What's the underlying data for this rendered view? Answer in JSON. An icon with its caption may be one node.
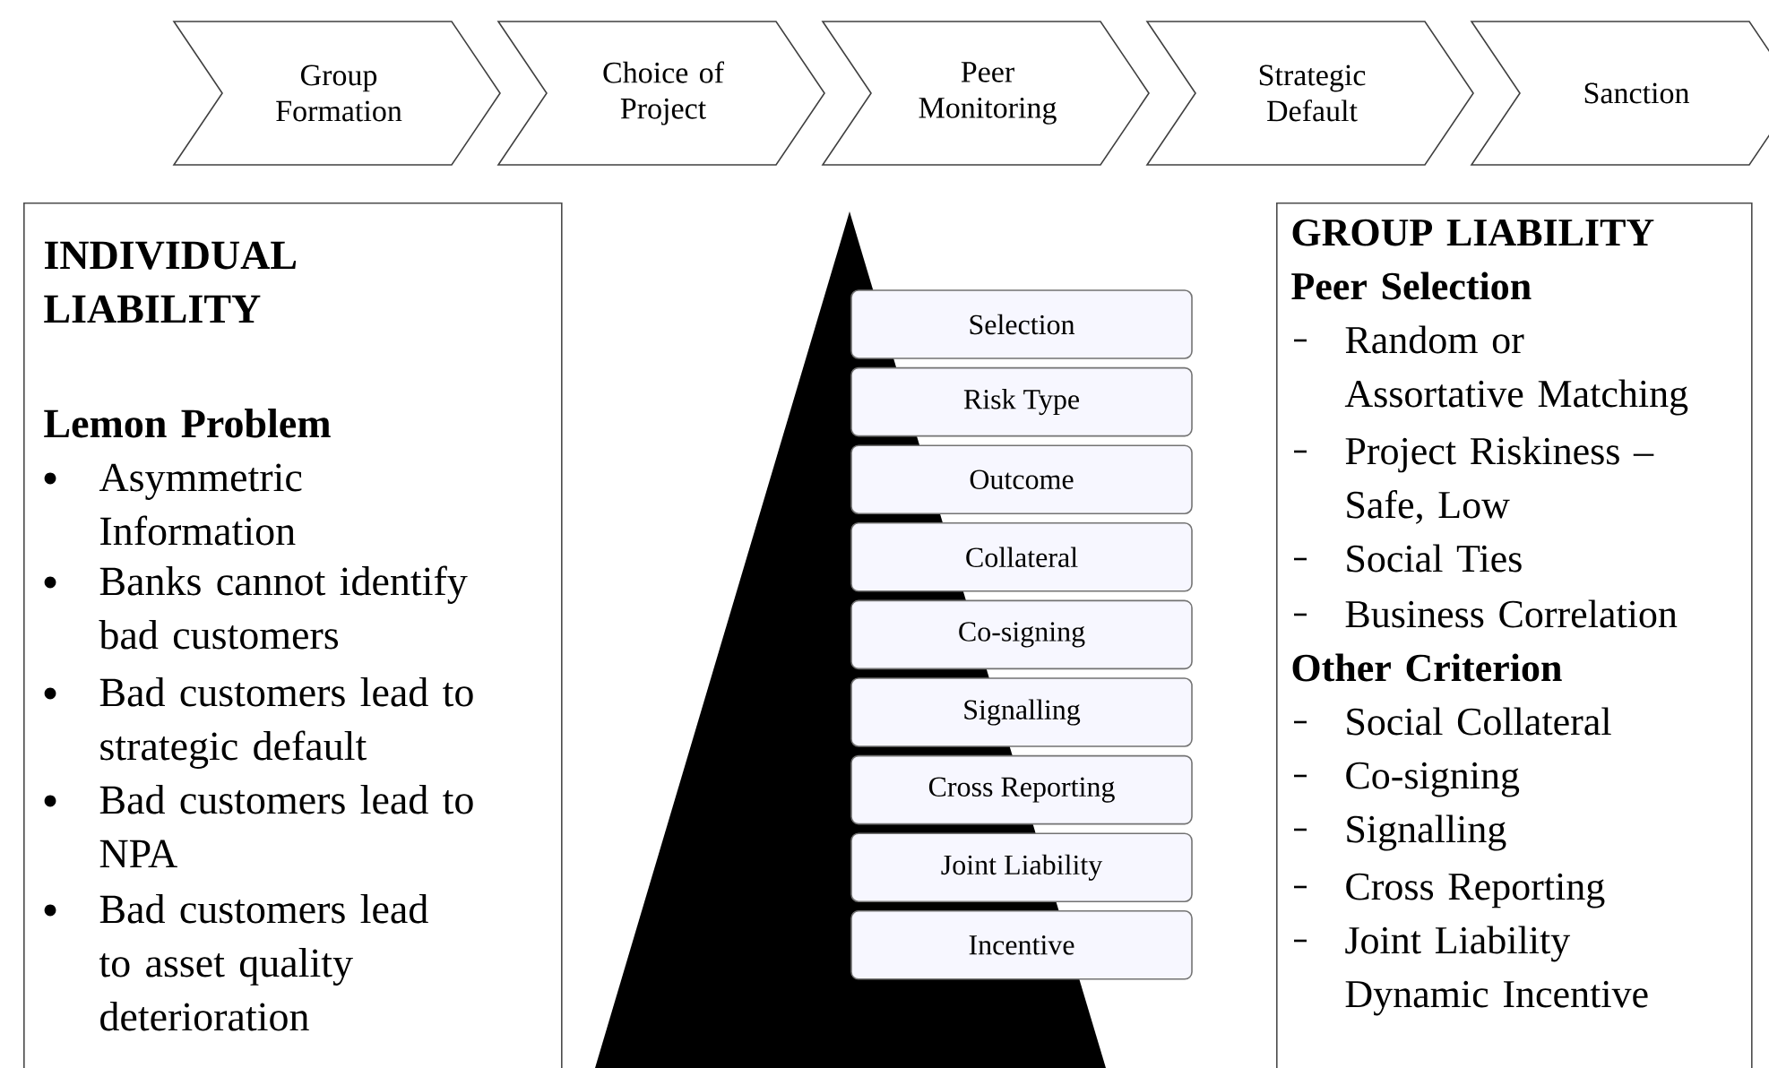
{
  "diagram": {
    "nodes": [
      {
        "text": [
          "Group Formation"
        ]
      },
      {
        "text": [
          "Choice of Project"
        ]
      },
      {
        "text": [
          "Peer Monitoring"
        ]
      },
      {
        "text": [
          "Strategic Default"
        ]
      },
      {
        "text": [
          "Sanction"
        ]
      },
      {
        "text": [
          "INDIVIDUAL LIABILITY",
          "Lemon Problem",
          "Asymmetric Information",
          "Banks cannot identify bad customers",
          "Bad customers lead to strategic default",
          "Bad customers lead to NPA",
          "Bad customers lead to asset quality deterioration"
        ]
      },
      {
        "text": [
          "Selection"
        ]
      },
      {
        "text": [
          "Risk Type"
        ]
      },
      {
        "text": [
          "Outcome"
        ]
      },
      {
        "text": [
          "Collateral"
        ]
      },
      {
        "text": [
          "Co-signing"
        ]
      },
      {
        "text": [
          "Signalling"
        ]
      },
      {
        "text": [
          "Cross Reporting"
        ]
      },
      {
        "text": [
          "Joint Liability"
        ]
      },
      {
        "text": [
          "Incentive"
        ]
      },
      {
        "text": [
          "GROUP LIABILITY",
          "Peer Selection",
          "Random or Assortative Matching",
          "Project Riskiness – Safe, Low",
          "Social Ties",
          "Business Correlation",
          "Other Criterion",
          "Social Collateral",
          "Co-signing",
          "Signalling",
          "Cross Reporting",
          "Joint Liability Dynamic Incentive"
        ]
      }
    ]
  }
}
